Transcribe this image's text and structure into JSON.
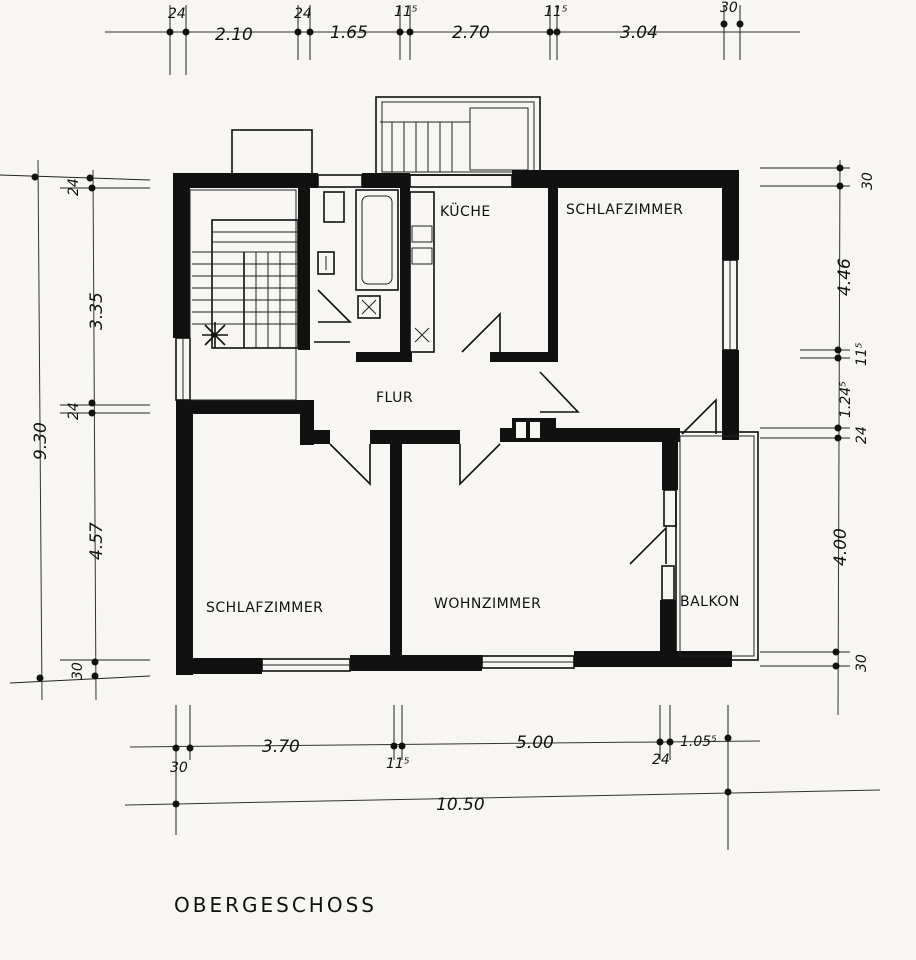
{
  "top_dims": [
    "24",
    "2.10",
    "24",
    "1.65",
    "11⁵",
    "2.70",
    "11⁵",
    "3.04",
    "30"
  ],
  "right_dims": [
    "30",
    "4.46",
    "11⁵",
    "1.24⁵",
    "24",
    "4.00",
    "30"
  ],
  "left_dims": [
    "24",
    "3.35",
    "24",
    "9.30",
    "4.57",
    "30"
  ],
  "bottom_dims": [
    "30",
    "3.70",
    "11⁵",
    "5.00",
    "24",
    "1.05⁵",
    "10.50"
  ],
  "rooms": {
    "kueche": "KÜCHE",
    "schlafzimmer_1": "SCHLAFZIMMER",
    "flur": "FLUR",
    "schlafzimmer_2": "SCHLAFZIMMER",
    "wohnzimmer": "WOHNZIMMER",
    "balkon": "BALKON"
  },
  "title": "OBERGESCHOSS"
}
